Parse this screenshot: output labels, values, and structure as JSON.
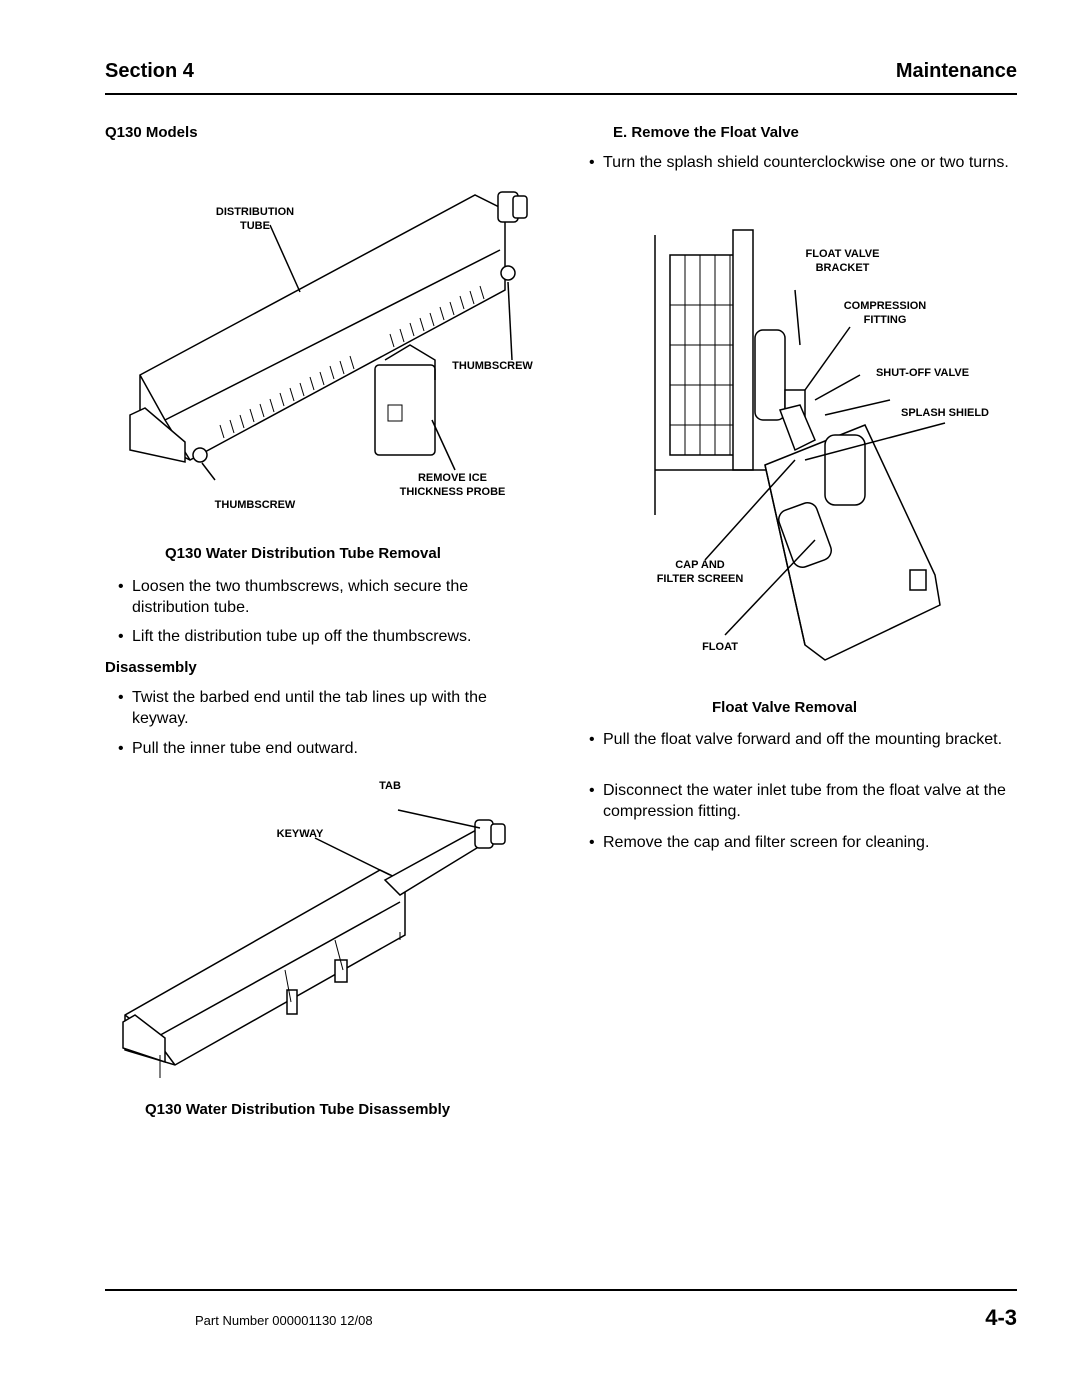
{
  "header": {
    "section": "Section 4",
    "title": "Maintenance"
  },
  "left": {
    "models_heading": "Q130 Models",
    "fig1_labels": {
      "distribution_tube": [
        "DISTRIBUTION",
        "TUBE"
      ],
      "thumbscrew_right": "THUMBSCREW",
      "remove_ice": [
        "REMOVE ICE",
        "THICKNESS PROBE"
      ],
      "thumbscrew_left": "THUMBSCREW"
    },
    "removal_heading": "Q130 Water Distribution Tube Removal",
    "removal_bullets": [
      "Loosen the two thumbscrews, which secure the distribution tube.",
      "Lift the distribution tube up off the thumbscrews."
    ],
    "disassembly_heading": "Disassembly",
    "disassembly_bullets": [
      "Twist the barbed end until the tab lines up with the keyway.",
      "Pull the inner tube end outward."
    ],
    "fig2_labels": {
      "tab": "TAB",
      "keyway": "KEYWAY"
    },
    "fig2_caption": "Q130  Water Distribution Tube Disassembly"
  },
  "right": {
    "heading": "E.  Remove the Float Valve",
    "intro_bullets": [
      "Turn the splash shield counterclockwise one or two turns."
    ],
    "fig3_labels": {
      "float_valve_bracket": [
        "FLOAT VALVE",
        "BRACKET"
      ],
      "compression_fitting": [
        "COMPRESSION",
        "FITTING"
      ],
      "shutoff_valve": "SHUT-OFF VALVE",
      "splash_shield": "SPLASH SHIELD",
      "cap_filter": [
        "CAP AND",
        "FILTER SCREEN"
      ],
      "float": "FLOAT"
    },
    "float_heading": "Float Valve Removal",
    "float_bullets": [
      "Pull the float valve forward and off the mounting bracket.",
      "Disconnect the water inlet tube from the float valve at the compression fitting.",
      "Remove the cap and filter screen for cleaning."
    ]
  },
  "footer": {
    "part_number": "Part Number 000001130 12/08",
    "page": "4-3"
  }
}
